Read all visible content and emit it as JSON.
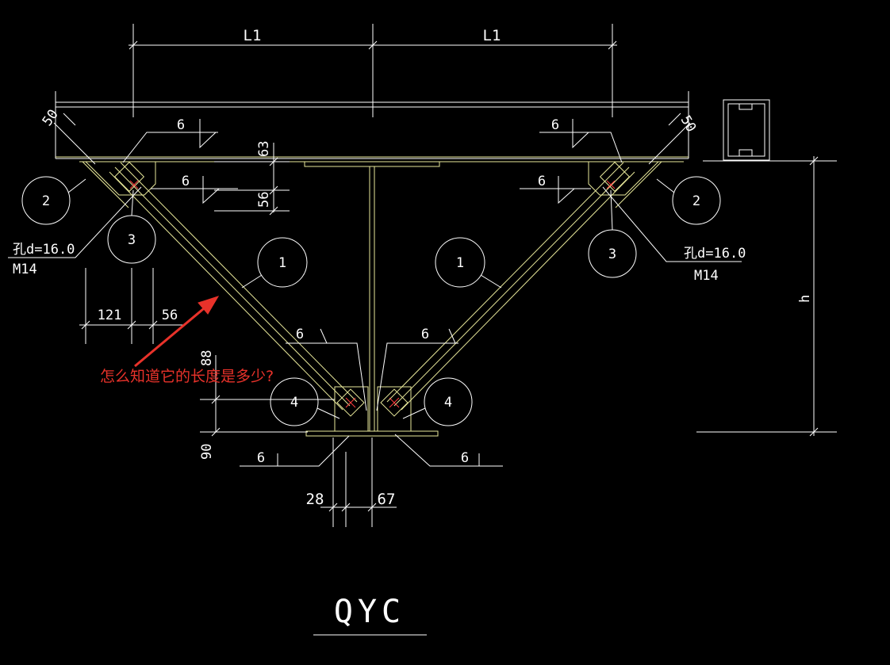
{
  "dimensions": {
    "l1_left": "L1",
    "l1_right": "L1",
    "dim_63": "63",
    "dim_56_vert": "56",
    "dim_121": "121",
    "dim_56_horz": "56",
    "dim_88": "88",
    "dim_90": "90",
    "dim_28": "28",
    "dim_67": "67",
    "dim_50_left": "50",
    "dim_50_right": "50",
    "height": "h"
  },
  "welds": {
    "top_left": "6",
    "top_right": "6",
    "mid_left": "6",
    "mid_right": "6",
    "inner_left": "6",
    "inner_right": "6",
    "bottom_left": "6",
    "bottom_right": "6"
  },
  "part_markers": {
    "p1_left": "1",
    "p1_right": "1",
    "p2_left": "2",
    "p2_right": "2",
    "p3_left": "3",
    "p3_right": "3",
    "p4_left": "4",
    "p4_right": "4"
  },
  "hole_notes": {
    "left_hole": "孔d=16.0",
    "left_bolt": "M14",
    "right_hole": "孔d=16.0",
    "right_bolt": "M14"
  },
  "annotation": {
    "question": "怎么知道它的长度是多少?",
    "color": "#e8322a"
  },
  "title": "QYC",
  "colors": {
    "background": "#000000",
    "steel": "#e8e89a",
    "dimension": "#ffffff"
  }
}
